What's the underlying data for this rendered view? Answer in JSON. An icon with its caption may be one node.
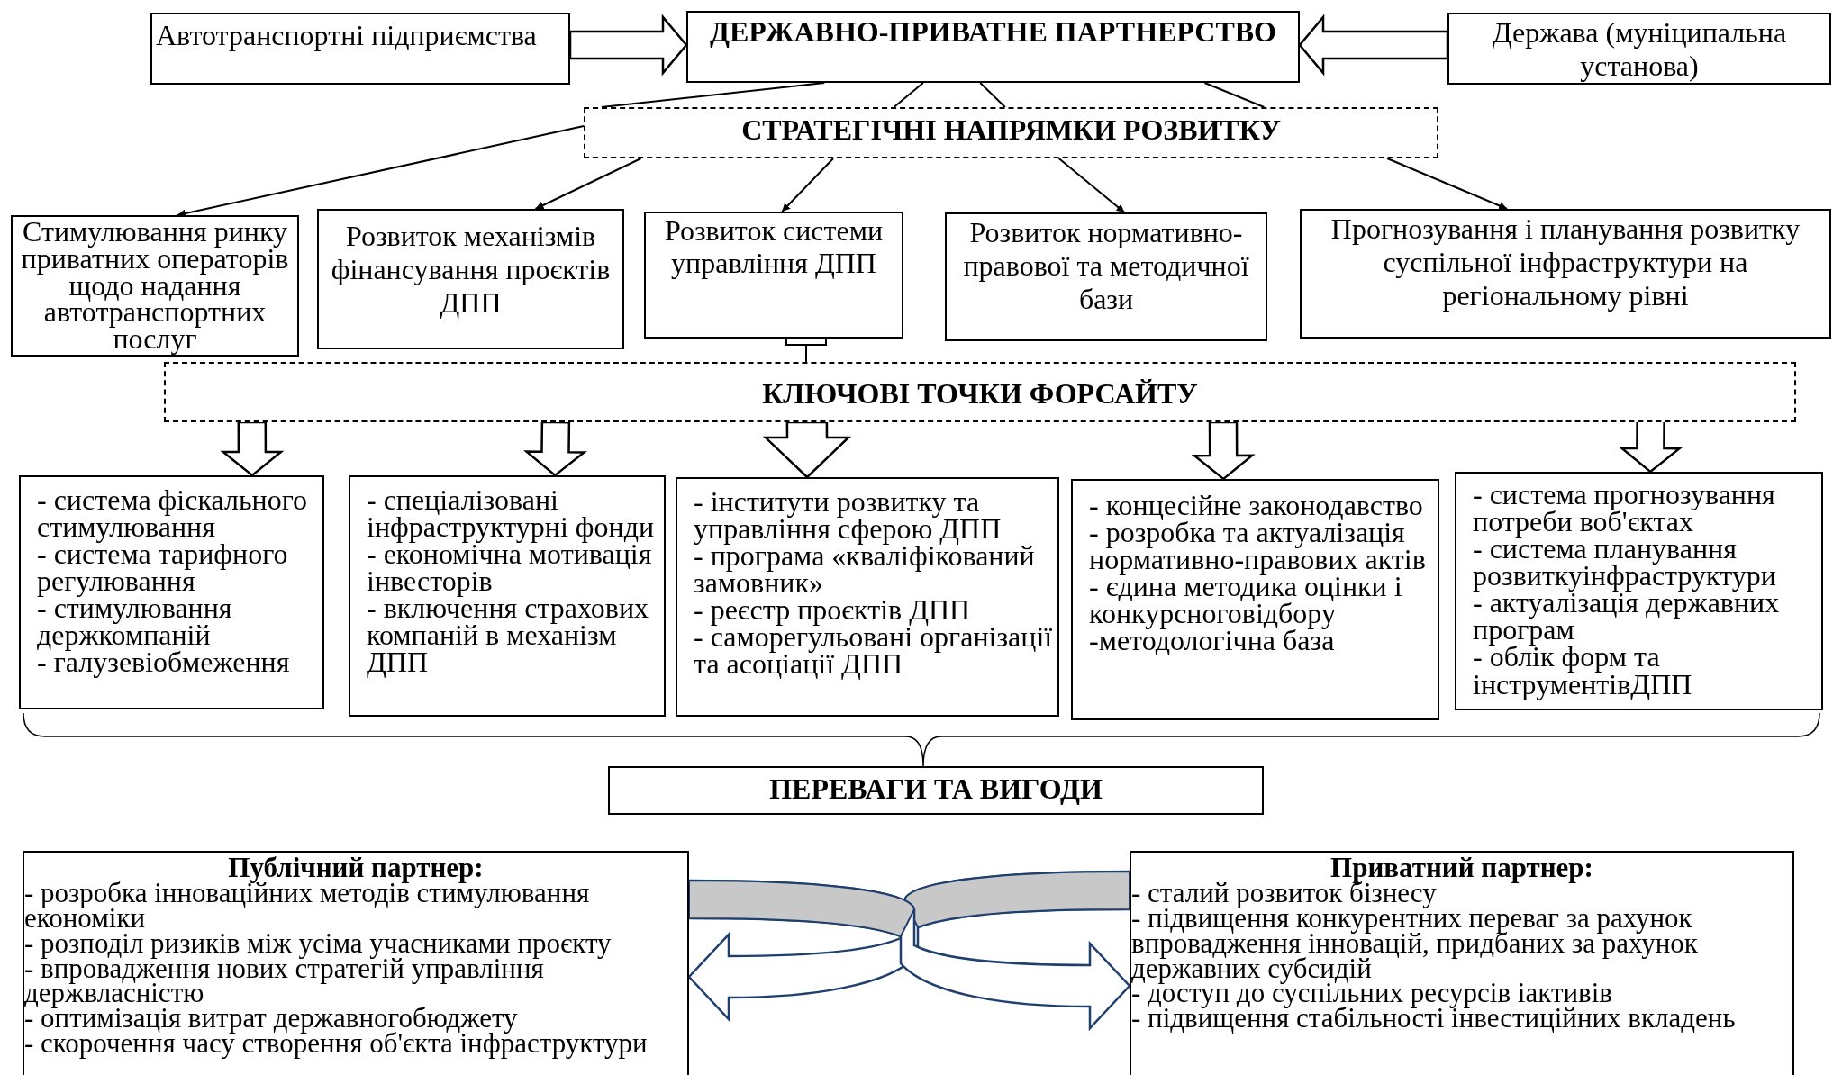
{
  "diagram": {
    "nodes": [
      {
        "text": [
          "Автотранспортні підприємства"
        ]
      },
      {
        "text": [
          "ДЕРЖАВНО-ПРИВАТНЕ ПАРТНЕРСТВО"
        ]
      },
      {
        "text": [
          "Держава (муніципальна установа)"
        ]
      },
      {
        "text": [
          "СТРАТЕГІЧНІ НАПРЯМКИ РОЗВИТКУ"
        ]
      },
      {
        "text": [
          "Стимулювання ринку приватних операторів щодо надання автотранспортних послуг"
        ]
      },
      {
        "text": [
          "Розвиток механізмів фінансування проєктів ДПП"
        ]
      },
      {
        "text": [
          "Розвиток системи управління ДПП"
        ]
      },
      {
        "text": [
          "Розвиток нормативно-правової та методичної бази"
        ]
      },
      {
        "text": [
          "Прогнозування і планування розвитку суспільної інфраструктури на регіональному рівні"
        ]
      },
      {
        "text": [
          "КЛЮЧОВІ ТОЧКИ ФОРСАЙТУ"
        ]
      },
      {
        "text": [
          "- система фіскального стимулювання",
          "- система тарифного регулювання",
          "- стимулювання держкомпаній",
          "- галузевіобмеження"
        ]
      },
      {
        "text": [
          "- спеціалізовані інфраструктурні фонди",
          "- економічна мотивація інвесторів",
          "- включення страхових компаній в механізм ДПП"
        ]
      },
      {
        "text": [
          "- інститути розвитку та управління сферою ДПП",
          "- програма «кваліфікований замовник»",
          "- реєстр проєктів ДПП",
          "- саморегульовані організації та асоціації ДПП"
        ]
      },
      {
        "text": [
          "- концесійне законодавство",
          "- розробка та актуалізація нормативно-правових актів",
          "- єдина методика оцінки і конкурсноговідбору",
          "-методологічна база"
        ]
      },
      {
        "text": [
          "- система прогнозування потреби воб'єктах",
          "- система планування розвиткуінфраструктури",
          "- актуалізація державних програм",
          "- облік форм та інструментівДПП"
        ]
      },
      {
        "text": [
          "ПЕРЕВАГИ ТА ВИГОДИ"
        ]
      },
      {
        "text": [
          "Публічний партнер:",
          "- розробка інноваційних методів стимулювання економіки",
          "- розподіл ризиків між усіма учасниками проєкту",
          "- впровадження нових стратегій управління держвласністю",
          "- оптимізація витрат державногобюджету",
          "- скорочення часу створення об'єкта інфраструктури"
        ]
      },
      {
        "text": [
          "Приватний партнер:",
          "- сталий розвиток бізнесу",
          "- підвищення конкурентних переваг за рахунок впровадження інновацій, придбаних за рахунок державних субсидій",
          "- доступ до суспільних ресурсів іактивів",
          "- підвищення стабільності інвестиційних вкладень"
        ]
      }
    ],
    "edges": [
      {
        "from": 0,
        "to": 1,
        "arrow": "to",
        "style": "thick"
      },
      {
        "from": 2,
        "to": 1,
        "arrow": "to",
        "style": "thick"
      },
      {
        "from": 1,
        "to": 3,
        "arrow": "none"
      },
      {
        "from": 1,
        "to": 3,
        "arrow": "none"
      },
      {
        "from": 1,
        "to": 3,
        "arrow": "none"
      },
      {
        "from": 1,
        "to": 3,
        "arrow": "none"
      },
      {
        "from": 3,
        "to": 4,
        "arrow": "to"
      },
      {
        "from": 3,
        "to": 5,
        "arrow": "to"
      },
      {
        "from": 3,
        "to": 6,
        "arrow": "to"
      },
      {
        "from": 3,
        "to": 7,
        "arrow": "to"
      },
      {
        "from": 3,
        "to": 8,
        "arrow": "to"
      },
      {
        "from": 6,
        "to": 9,
        "arrow": "other"
      },
      {
        "from": 9,
        "to": 10,
        "arrow": "to",
        "style": "thick"
      },
      {
        "from": 9,
        "to": 11,
        "arrow": "to",
        "style": "thick"
      },
      {
        "from": 9,
        "to": 12,
        "arrow": "to",
        "style": "thick"
      },
      {
        "from": 9,
        "to": 13,
        "arrow": "to",
        "style": "thick"
      },
      {
        "from": 9,
        "to": 14,
        "arrow": "to",
        "style": "thick"
      },
      {
        "from": 17,
        "to": 16,
        "arrow": "to",
        "style": "thick",
        "color": "#1f3f6e"
      },
      {
        "from": 16,
        "to": 17,
        "arrow": "to",
        "style": "thick",
        "color": "#1f3f6e"
      }
    ]
  }
}
